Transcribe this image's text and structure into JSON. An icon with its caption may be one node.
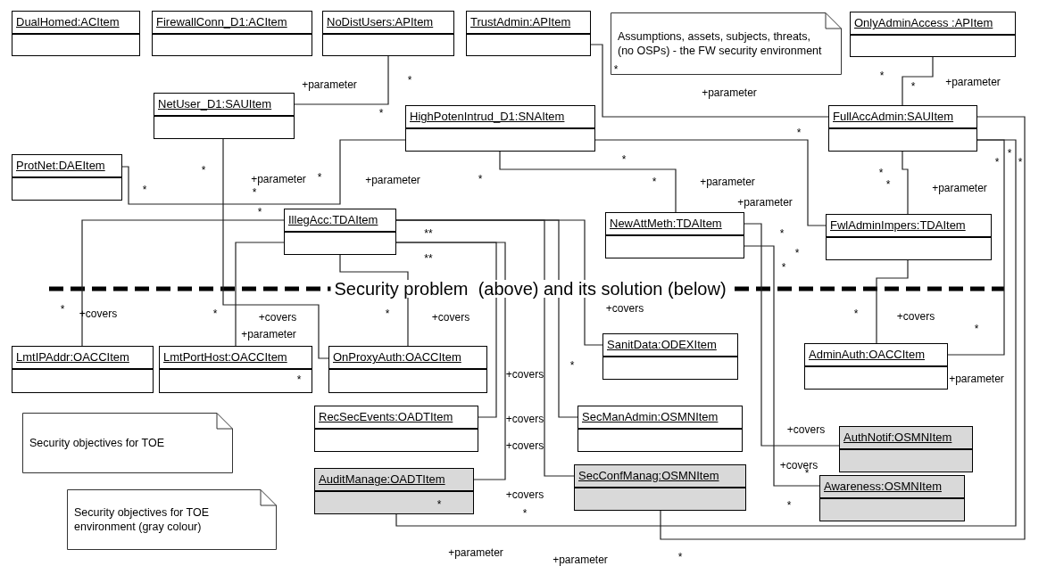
{
  "diagram": {
    "nodes": [
      {
        "text": [
          "DualHomed:ACItem"
        ]
      },
      {
        "text": [
          "FirewallConn_D1:ACItem"
        ]
      },
      {
        "text": [
          "NoDistUsers:APItem"
        ]
      },
      {
        "text": [
          "TrustAdmin:APItem"
        ]
      },
      {
        "text": [
          "Assumptions, assets, subjects, threats, (no OSPs) - the FW security environment"
        ]
      },
      {
        "text": [
          "OnlyAdminAccess :APItem"
        ]
      },
      {
        "text": [
          "NetUser_D1:SAUItem"
        ]
      },
      {
        "text": [
          "HighPotenIntrud_D1:SNAItem"
        ]
      },
      {
        "text": [
          "FullAccAdmin:SAUItem"
        ]
      },
      {
        "text": [
          "ProtNet:DAEItem"
        ]
      },
      {
        "text": [
          "IllegAcc:TDAItem"
        ]
      },
      {
        "text": [
          "NewAttMeth:TDAItem"
        ]
      },
      {
        "text": [
          "FwlAdminImpers:TDAItem"
        ]
      },
      {
        "text": [
          "SanitData:ODEXItem"
        ]
      },
      {
        "text": [
          "AdminAuth:OACCItem"
        ]
      },
      {
        "text": [
          "LmtIPAddr:OACCItem"
        ]
      },
      {
        "text": [
          "LmtPortHost:OACCItem"
        ]
      },
      {
        "text": [
          "OnProxyAuth:OACCItem"
        ]
      },
      {
        "text": [
          "RecSecEvents:OADTItem"
        ]
      },
      {
        "text": [
          "SecManAdmin:OSMNItem"
        ]
      },
      {
        "text": [
          "Security objectives for TOE"
        ]
      },
      {
        "text": [
          "AuthNotif:OSMNItem"
        ]
      },
      {
        "text": [
          "AuditManage:OADTItem"
        ]
      },
      {
        "text": [
          "SecConfManag:OSMNItem"
        ]
      },
      {
        "text": [
          "Awareness:OSMNItem"
        ]
      },
      {
        "text": [
          "Security objectives for TOE environment (gray colour)"
        ]
      }
    ],
    "edges": [
      {
        "from": 2,
        "to": 6,
        "arrow": "none"
      },
      {
        "from": 3,
        "to": 8,
        "arrow": "none"
      },
      {
        "from": 5,
        "to": 8,
        "arrow": "none"
      },
      {
        "from": 9,
        "to": 7,
        "arrow": "none"
      },
      {
        "from": 6,
        "to": 17,
        "arrow": "none"
      },
      {
        "from": 10,
        "to": 15,
        "arrow": "none"
      },
      {
        "from": 10,
        "to": 16,
        "arrow": "none"
      },
      {
        "from": 10,
        "to": 17,
        "arrow": "none"
      },
      {
        "from": 10,
        "to": 13,
        "arrow": "none"
      },
      {
        "from": 10,
        "to": 19,
        "arrow": "none"
      },
      {
        "from": 10,
        "to": 23,
        "arrow": "none"
      },
      {
        "from": 10,
        "to": 18,
        "arrow": "none"
      },
      {
        "from": 10,
        "to": 22,
        "arrow": "none"
      },
      {
        "from": 7,
        "to": 11,
        "arrow": "none"
      },
      {
        "from": 7,
        "to": 12,
        "arrow": "none"
      },
      {
        "from": 8,
        "to": 12,
        "arrow": "none"
      },
      {
        "from": 12,
        "to": 14,
        "arrow": "none"
      },
      {
        "from": 8,
        "to": 14,
        "arrow": "none"
      },
      {
        "from": 22,
        "to": 8,
        "arrow": "none"
      },
      {
        "from": 23,
        "to": 8,
        "arrow": "none"
      },
      {
        "from": 11,
        "to": 21,
        "arrow": "none"
      },
      {
        "from": 11,
        "to": 24,
        "arrow": "none"
      }
    ],
    "labels": [
      "+parameter",
      "*",
      "*",
      "*",
      "+parameter",
      "*",
      "*",
      "*",
      "*",
      "+parameter",
      "*",
      "+parameter",
      "*",
      "*",
      "+parameter",
      "*",
      "*",
      "*",
      "+parameter",
      "+parameter",
      "*",
      "*",
      "+parameter",
      "*",
      "*",
      "*",
      "**",
      "**",
      "*",
      "*",
      "*",
      "Security problem  (above) and its solution (below)",
      "*",
      "+covers",
      "*",
      "+covers",
      "+parameter",
      "*",
      "+covers",
      "+covers",
      "*",
      "+covers",
      "*",
      "*",
      "*",
      "+covers",
      "+covers",
      "+covers",
      "*",
      "+covers",
      "*",
      "+covers",
      "+covers",
      "*",
      "*",
      "+parameter",
      "+parameter",
      "*",
      "+parameter",
      "*"
    ]
  }
}
